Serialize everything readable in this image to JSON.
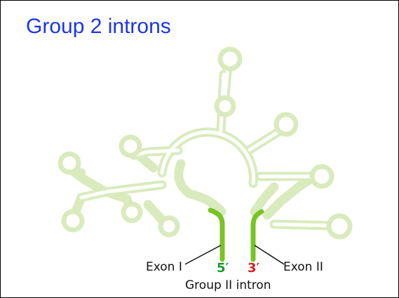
{
  "slide": {
    "title": "Group 2 introns"
  },
  "diagram": {
    "exon_left_label": "Exon I",
    "exon_right_label": "Exon II",
    "five_prime": "5′",
    "three_prime": "3′",
    "caption": "Group II intron",
    "colors": {
      "title": "#1a35f0",
      "stem": "#d9ebbd",
      "stem_core": "#ffffff",
      "exon": "#78c424",
      "five_prime": "#1a9a2a",
      "three_prime": "#d42020"
    }
  }
}
